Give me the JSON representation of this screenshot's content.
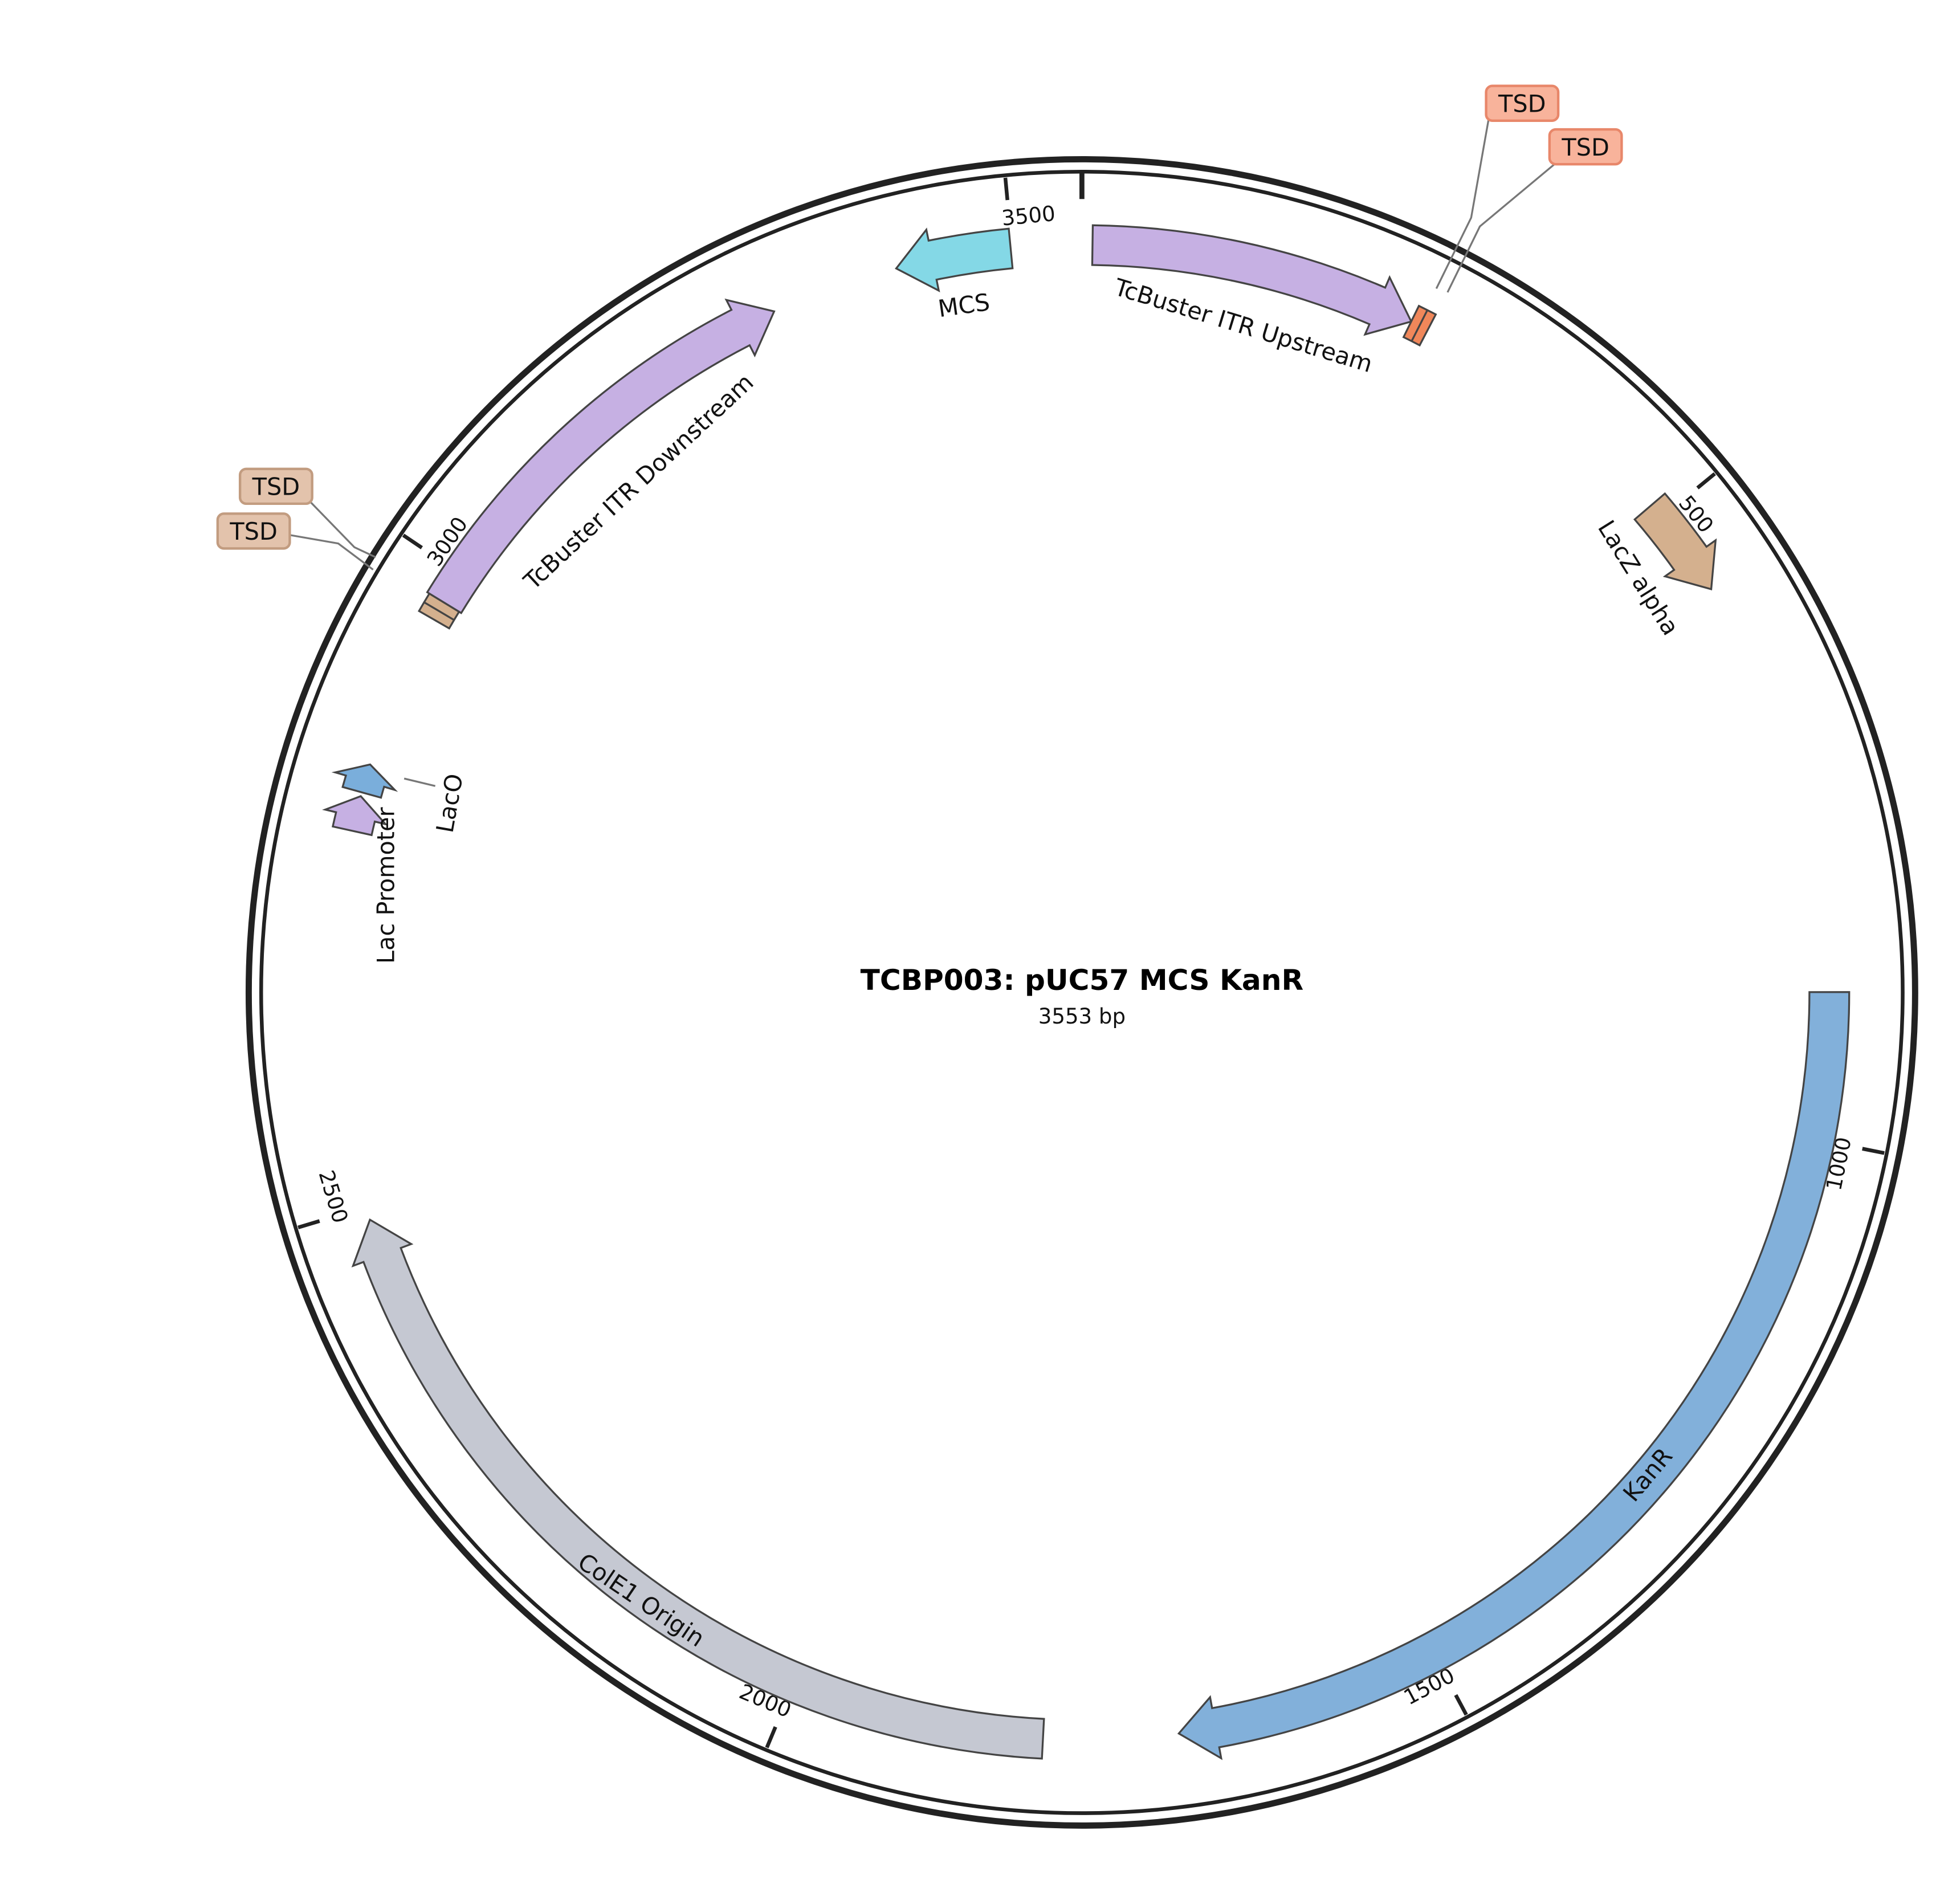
{
  "plasmid": {
    "title": "TCBP003: pUC57 MCS KanR",
    "length_label": "3553 bp",
    "length": 3553
  },
  "ticks": [
    {
      "bp": 500,
      "label": "500"
    },
    {
      "bp": 1000,
      "label": "1000"
    },
    {
      "bp": 1500,
      "label": "1500"
    },
    {
      "bp": 2000,
      "label": "2000"
    },
    {
      "bp": 2500,
      "label": "2500"
    },
    {
      "bp": 3000,
      "label": "3000"
    },
    {
      "bp": 3500,
      "label": "3500"
    }
  ],
  "features": [
    {
      "name": "TcBuster ITR Upstream",
      "start": 8,
      "end": 258,
      "strand": 1,
      "color": "#c6b0e3"
    },
    {
      "name": "TSD",
      "start": 258,
      "end": 272,
      "strand": 0,
      "color": "#f0875a"
    },
    {
      "name": "LacZ alpha",
      "start": 488,
      "end": 566,
      "strand": 1,
      "color": "#d4b08e"
    },
    {
      "name": "KanR",
      "start": 888,
      "end": 1703,
      "strand": 1,
      "color": "#82b0da"
    },
    {
      "name": "ColE1 Origin",
      "start": 1806,
      "end": 2490,
      "strand": 1,
      "color": "#c5c8d2"
    },
    {
      "name": "Lac Promoter",
      "start": 2788,
      "end": 2815,
      "strand": 1,
      "color": "#c6b0e3"
    },
    {
      "name": "LacO",
      "start": 2818,
      "end": 2840,
      "strand": 1,
      "color": "#7aaedb"
    },
    {
      "name": "TSD",
      "start": 2960,
      "end": 2975,
      "strand": 0,
      "color": "#d4b08e"
    },
    {
      "name": "TcBuster ITR Downstream",
      "start": 2975,
      "end": 3313,
      "strand": 1,
      "color": "#c6b0e3"
    },
    {
      "name": "MCS",
      "start": 3411,
      "end": 3499,
      "strand": -1,
      "color": "#84d8e6"
    }
  ],
  "labels": {
    "itr_up": "TcBuster ITR Upstream",
    "itr_down": "TcBuster ITR Downstream",
    "mcs": "MCS",
    "lacz": "LacZ alpha",
    "kanr": "KanR",
    "cole1": "ColE1 Origin",
    "lacp": "Lac Promoter",
    "laco": "LacO",
    "tsd_1": "TSD",
    "tsd_2": "TSD",
    "tsd_3": "TSD",
    "tsd_4": "TSD"
  },
  "colors": {
    "tsd_orange_fill": "#f8b39b",
    "tsd_orange_edge": "#e8876a",
    "tsd_tan_fill": "#e3c3ac",
    "tsd_tan_edge": "#c29c80"
  }
}
